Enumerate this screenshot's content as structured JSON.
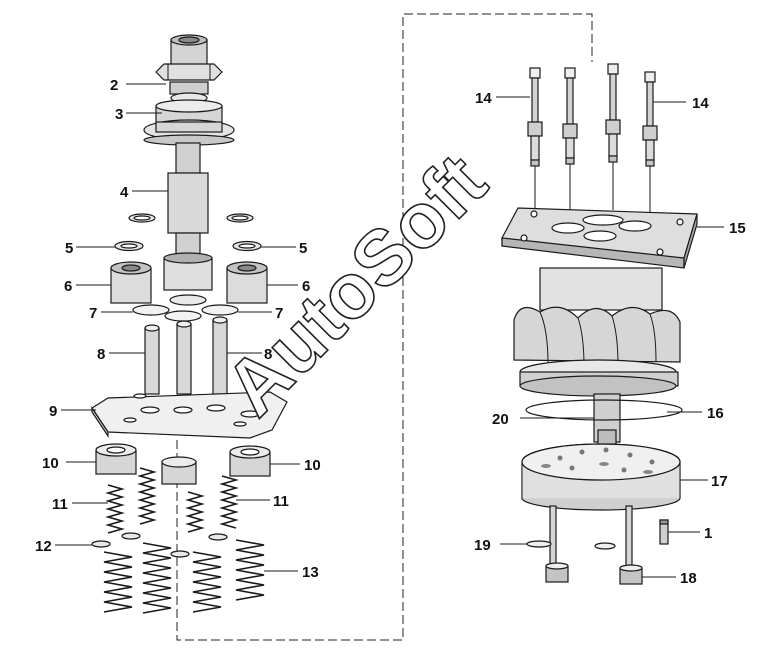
{
  "diagram": {
    "watermark": "AutoSoft",
    "colors": {
      "part_fill": "#d9d9d9",
      "part_dark": "#9a9a9a",
      "part_light": "#eeeeee",
      "line": "#1a1a1a"
    },
    "callouts": [
      {
        "id": "c2",
        "text": "2"
      },
      {
        "id": "c3",
        "text": "3"
      },
      {
        "id": "c4",
        "text": "4"
      },
      {
        "id": "c5a",
        "text": "5"
      },
      {
        "id": "c5b",
        "text": "5"
      },
      {
        "id": "c6a",
        "text": "6"
      },
      {
        "id": "c6b",
        "text": "6"
      },
      {
        "id": "c7a",
        "text": "7"
      },
      {
        "id": "c7b",
        "text": "7"
      },
      {
        "id": "c8a",
        "text": "8"
      },
      {
        "id": "c8b",
        "text": "8"
      },
      {
        "id": "c9",
        "text": "9"
      },
      {
        "id": "c10a",
        "text": "10"
      },
      {
        "id": "c10b",
        "text": "10"
      },
      {
        "id": "c11a",
        "text": "11"
      },
      {
        "id": "c11b",
        "text": "11"
      },
      {
        "id": "c12",
        "text": "12"
      },
      {
        "id": "c13",
        "text": "13"
      },
      {
        "id": "c14a",
        "text": "14"
      },
      {
        "id": "c14b",
        "text": "14"
      },
      {
        "id": "c15",
        "text": "15"
      },
      {
        "id": "c16",
        "text": "16"
      },
      {
        "id": "c17",
        "text": "17"
      },
      {
        "id": "c18",
        "text": "18"
      },
      {
        "id": "c19",
        "text": "19"
      },
      {
        "id": "c20",
        "text": "20"
      },
      {
        "id": "c1",
        "text": "1"
      }
    ]
  }
}
